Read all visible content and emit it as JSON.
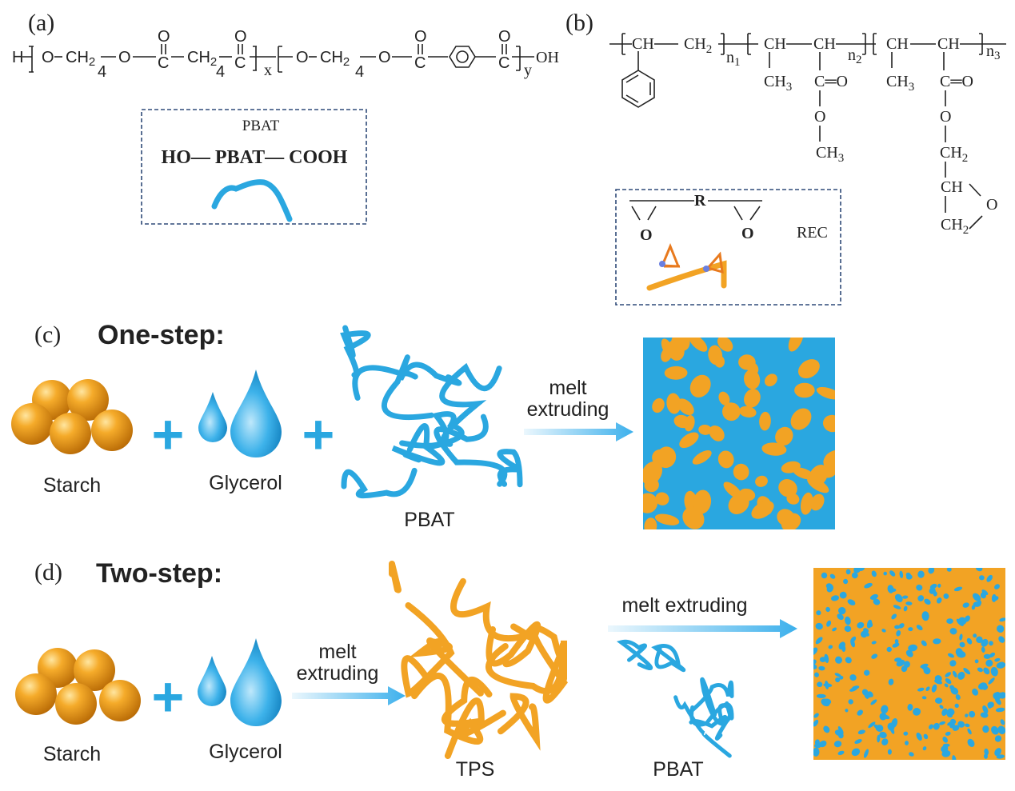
{
  "panels": {
    "a": {
      "label": "(a)",
      "formula": {
        "h": "H",
        "o1": "O",
        "ch2_1": "CH",
        "two": "2",
        "n4_1": "4",
        "o2": "O",
        "c1": "C",
        "co1": "O",
        "ch2_2": "CH",
        "n4_2": "4",
        "c2": "C",
        "co2": "O",
        "x": "x",
        "o3": "O",
        "ch2_3": "CH",
        "n4_3": "4",
        "o4": "O",
        "c3": "C",
        "co3": "O",
        "c4": "C",
        "co4": "O",
        "y": "y",
        "oh": "OH"
      },
      "box": {
        "title": "PBAT",
        "structure": "HO— PBAT— COOH"
      }
    },
    "b": {
      "label": "(b)",
      "formula": {
        "ch_1": "CH",
        "ch2_1": "CH",
        "n1": "n",
        "n1s": "1",
        "ch_2": "CH",
        "ch3_1": "CH",
        "ch_3": "CH",
        "co_1": "C═O",
        "o_1": "O",
        "ch3_2": "CH",
        "n2": "n",
        "n2s": "2",
        "ch_4": "CH",
        "ch3_3": "CH",
        "ch_5": "CH",
        "co_2": "C═O",
        "o_2": "O",
        "ch2_2": "CH",
        "ch_6": "CH",
        "o_ep": "O",
        "ch2_3": "CH",
        "n3": "n",
        "n3s": "3",
        "sub2": "2",
        "sub3": "3"
      },
      "box": {
        "r": "R",
        "o_left": "O",
        "o_right": "O",
        "name": "REC"
      }
    },
    "c": {
      "label": "(c)",
      "title": "One-step:",
      "starch": "Starch",
      "glycerol": "Glycerol",
      "pbat": "PBAT",
      "plus": "+",
      "arrow_line1": "melt",
      "arrow_line2": "extruding"
    },
    "d": {
      "label": "(d)",
      "title": "Two-step:",
      "starch": "Starch",
      "glycerol": "Glycerol",
      "tps": "TPS",
      "pbat": "PBAT",
      "plus": "+",
      "arrow1_line1": "melt",
      "arrow1_line2": "extruding",
      "arrow2_label": "melt extruding"
    }
  },
  "colors": {
    "pbat_blue": "#2aa7e0",
    "starch_orange": "#f2a324",
    "box_border": "#2f4a78",
    "arrow_blue": "#3cb0ec"
  }
}
